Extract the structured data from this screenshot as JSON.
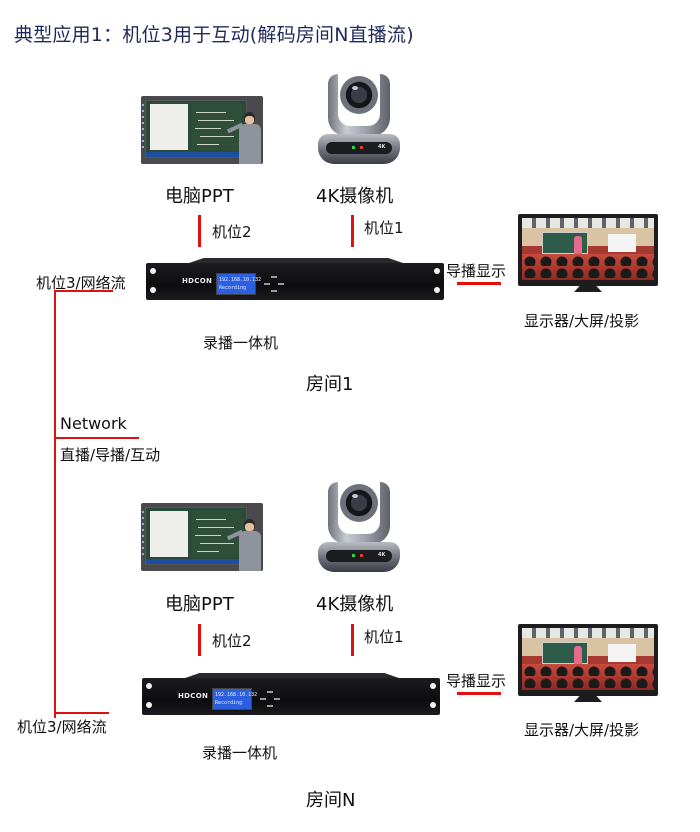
{
  "title": "典型应用1：机位3用于互动(解码房间N直播流)",
  "colors": {
    "title": "#1f2a5a",
    "connector_red": "#e01010",
    "text": "#111111",
    "lcd_blue": "#2b5fe0"
  },
  "rooms": [
    {
      "name": "房间1",
      "ppt": {
        "label": "电脑PPT",
        "icon": "smartboard-teacher-image"
      },
      "camera": {
        "label": "4K摄像机",
        "icon": "ptz-camera-image",
        "badge": "4K"
      },
      "cam2_label": "机位2",
      "cam1_label": "机位1",
      "recorder": {
        "label": "录播一体机",
        "brand": "HDCON",
        "lcd_line1": "192.168.10.132",
        "lcd_line2": "Recording"
      },
      "network_label": "机位3/网络流",
      "output_label": "导播显示",
      "display": {
        "label": "显示器/大屏/投影",
        "icon": "monitor-classroom-image"
      }
    },
    {
      "name": "房间N",
      "ppt": {
        "label": "电脑PPT",
        "icon": "smartboard-teacher-image"
      },
      "camera": {
        "label": "4K摄像机",
        "icon": "ptz-camera-image",
        "badge": "4K"
      },
      "cam2_label": "机位2",
      "cam1_label": "机位1",
      "recorder": {
        "label": "录播一体机",
        "brand": "HDCON",
        "lcd_line1": "192.168.10.132",
        "lcd_line2": "Recording"
      },
      "network_label": "机位3/网络流",
      "output_label": "导播显示",
      "display": {
        "label": "显示器/大屏/投影",
        "icon": "monitor-classroom-image"
      }
    }
  ],
  "network": {
    "label": "Network",
    "sublabel": "直播/导播/互动"
  }
}
